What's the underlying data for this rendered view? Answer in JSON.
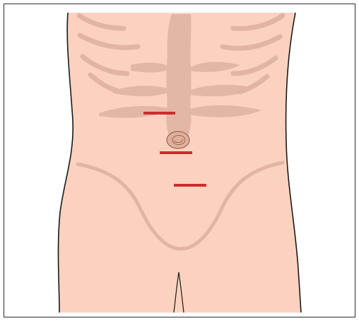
{
  "figure": {
    "subject": "anterior-abdomen",
    "colors": {
      "border": "#2a2a2a",
      "background": "#ffffff",
      "skin": "#fbd2bf",
      "skin_outline": "#1a1a1a",
      "anatomy_shading": "#e3b7a5",
      "rib_lines": "#e2b5a3",
      "umbilicus_fill": "#e0b09c",
      "umbilicus_line": "#9a6652",
      "incision": "#d12a2f"
    },
    "incisions": [
      {
        "id": "upper"
      },
      {
        "id": "umbilical"
      },
      {
        "id": "lower"
      }
    ]
  }
}
